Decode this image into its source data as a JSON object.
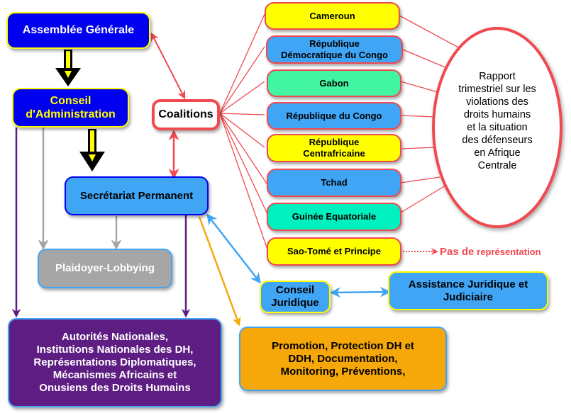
{
  "nodes": {
    "assemblee": "Assemblée Générale",
    "conseil_admin": [
      "Conseil",
      "d'Administration"
    ],
    "coalitions": "Coalitions",
    "secretariat": "Secrétariat Permanent",
    "plaidoyer": "Plaidoyer-Lobbying",
    "autorites": [
      "Autorités Nationales,",
      "Institutions Nationales des DH,",
      "Représentations Diplomatiques,",
      "Mécanismes Africains et",
      "Onusiens des Droits Humains"
    ],
    "promotion": [
      "Promotion, Protection DH et",
      "DDH, Documentation,",
      "Monitoring, Préventions,"
    ],
    "conseil_juridique": [
      "Conseil",
      "Juridique"
    ],
    "assistance": [
      "Assistance Juridique et",
      "Judiciaire"
    ],
    "rapport": [
      "Rapport",
      "trimestriel sur les",
      "violations des",
      "droits humains",
      "et la situation",
      "des défenseurs",
      "en Afrique",
      "Centrale"
    ]
  },
  "countries": [
    {
      "label": [
        "Cameroun"
      ],
      "color": "#ffff00"
    },
    {
      "label": [
        "République",
        "Démocratique du Congo"
      ],
      "color": "#41a5f5"
    },
    {
      "label": [
        "Gabon"
      ],
      "color": "#41f5a2"
    },
    {
      "label": [
        "République du  Congo"
      ],
      "color": "#41a5f5"
    },
    {
      "label": [
        "République",
        "Centrafricaine"
      ],
      "color": "#ffff00"
    },
    {
      "label": [
        "Tchad"
      ],
      "color": "#41a5f5"
    },
    {
      "label": [
        "Guinée Equatoriale"
      ],
      "color": "#00f0c0"
    },
    {
      "label": [
        "Sao-Tomé et Principe"
      ],
      "color": "#ffff00"
    }
  ],
  "annotation": {
    "pas_de": "Pas de",
    "representation": "représentation"
  },
  "colors": {
    "dark_blue": "#0000ee",
    "light_blue": "#41a5f5",
    "yellow": "#ffff00",
    "red": "#f0494f",
    "purple": "#5e1d82",
    "orange": "#f6a80b",
    "grey": "#a6a6a6"
  }
}
